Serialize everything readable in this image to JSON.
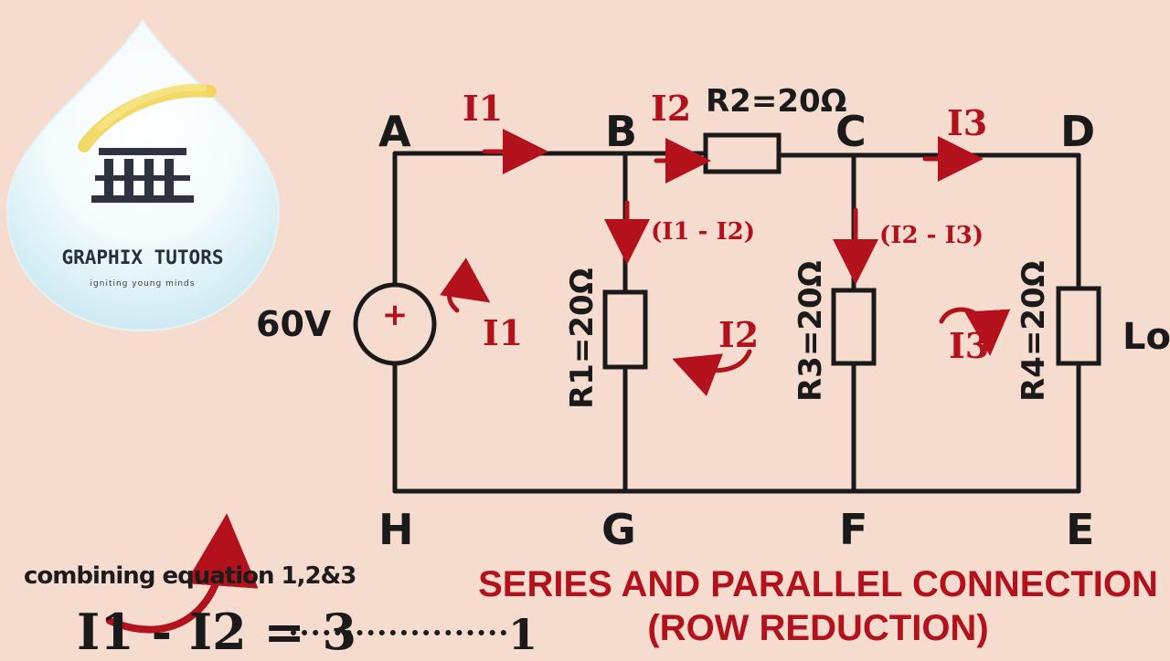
{
  "logo": {
    "name": "GRAPHIX TUTORS",
    "tagline": "igniting young minds"
  },
  "circuit": {
    "nodes": [
      "A",
      "B",
      "C",
      "D",
      "E",
      "F",
      "G",
      "H"
    ],
    "source_label": "60V",
    "source_sign": "+",
    "r1_label": "R1=20Ω",
    "r2_label": "R2=20Ω",
    "r3_label": "R3=20Ω",
    "r4_label": "R4=20Ω",
    "load_label": "Lo",
    "currents": {
      "i1": "I1",
      "i2": "I2",
      "i3": "I3",
      "i1_minus_i2": "(I1 - I2)",
      "i2_minus_i3": "(I2 - I3)"
    },
    "loops": [
      "I1",
      "I2",
      "I3"
    ]
  },
  "notes": {
    "combining": "combining equation 1,2&3",
    "equation": "I1 - I2 = 3",
    "equation_number": "1"
  },
  "title": {
    "line1": "SERIES AND PARALLEL CONNECTION",
    "line2": "(ROW REDUCTION)"
  },
  "colors": {
    "background": "#f6dccf",
    "ink": "#1a1a1a",
    "annotation_red": "#b3121c",
    "logo_text": "#243040"
  }
}
